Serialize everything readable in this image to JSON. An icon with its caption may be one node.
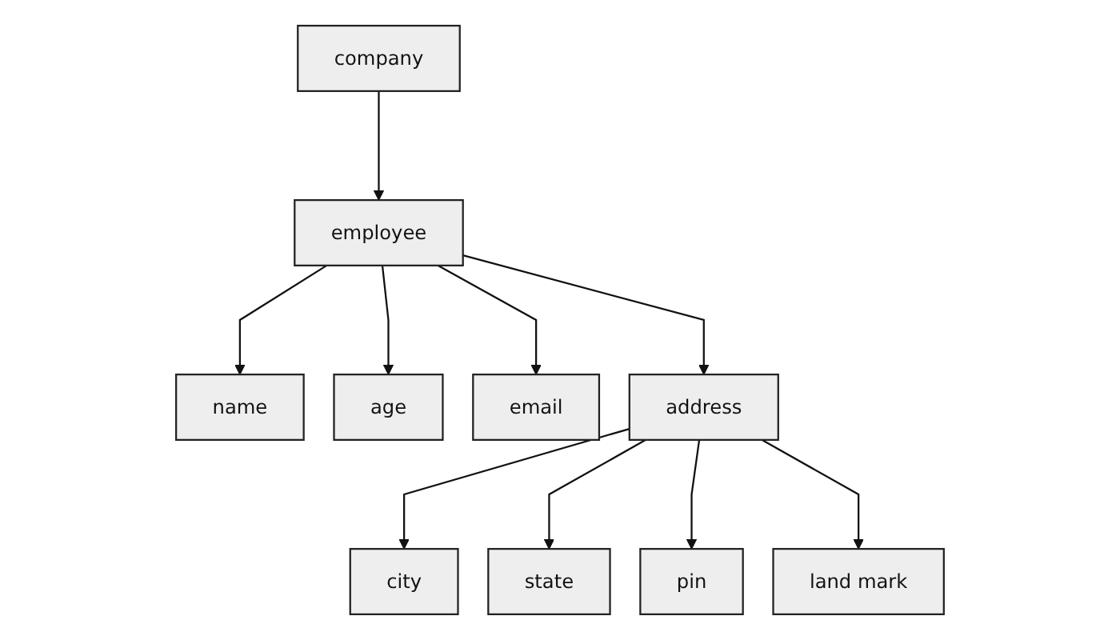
{
  "diagram": {
    "nodes": [
      {
        "text": [
          "company"
        ]
      },
      {
        "text": [
          "employee"
        ]
      },
      {
        "text": [
          "name"
        ]
      },
      {
        "text": [
          "age"
        ]
      },
      {
        "text": [
          "email"
        ]
      },
      {
        "text": [
          "address"
        ]
      },
      {
        "text": [
          "city"
        ]
      },
      {
        "text": [
          "state"
        ]
      },
      {
        "text": [
          "pin"
        ]
      },
      {
        "text": [
          "land mark"
        ]
      }
    ],
    "edges": [
      {
        "from": 0,
        "to": 1,
        "arrow": "to"
      },
      {
        "from": 1,
        "to": 2,
        "arrow": "to"
      },
      {
        "from": 1,
        "to": 3,
        "arrow": "to"
      },
      {
        "from": 1,
        "to": 4,
        "arrow": "to"
      },
      {
        "from": 1,
        "to": 5,
        "arrow": "to"
      },
      {
        "from": 5,
        "to": 6,
        "arrow": "to"
      },
      {
        "from": 5,
        "to": 7,
        "arrow": "to"
      },
      {
        "from": 5,
        "to": 8,
        "arrow": "to"
      },
      {
        "from": 5,
        "to": 9,
        "arrow": "to"
      }
    ]
  }
}
